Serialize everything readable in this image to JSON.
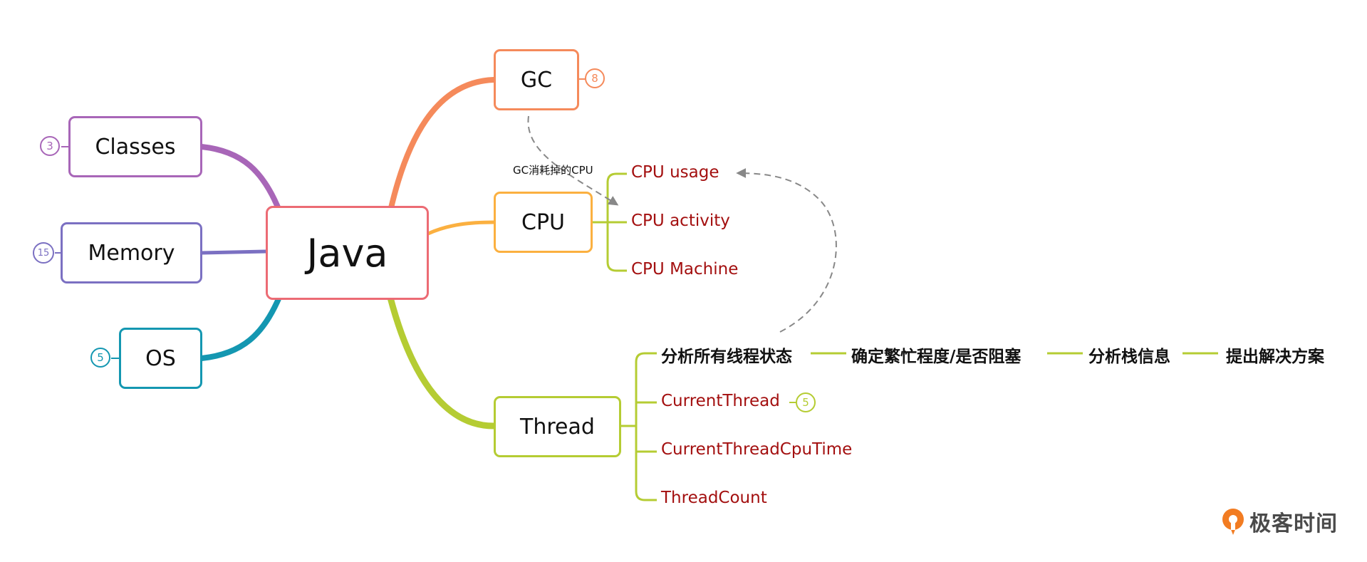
{
  "root": {
    "label": "Java",
    "color": "#ec6b74"
  },
  "left_branches": [
    {
      "label": "Classes",
      "count": "3",
      "color": "#a866b8"
    },
    {
      "label": "Memory",
      "count": "15",
      "color": "#7b70c2"
    },
    {
      "label": "OS",
      "count": "5",
      "color": "#1497b1"
    }
  ],
  "gc": {
    "label": "GC",
    "count": "8",
    "color": "#f58a5b"
  },
  "cpu": {
    "label": "CPU",
    "color": "#fbb040",
    "children": [
      "CPU usage",
      "CPU activity",
      "CPU Machine"
    ]
  },
  "thread": {
    "label": "Thread",
    "color": "#b5cc33",
    "steps": [
      "分析所有线程状态",
      "确定繁忙程度/是否阻塞",
      "分析栈信息",
      "提出解决方案"
    ],
    "children": [
      "CurrentThread",
      "CurrentThreadCpuTime",
      "ThreadCount"
    ],
    "current_thread_count": "5"
  },
  "relation_label": "GC消耗掉的CPU",
  "leaf_color": "#a30f0f",
  "brand": {
    "name": "极客时间",
    "color": "#f27c22"
  }
}
